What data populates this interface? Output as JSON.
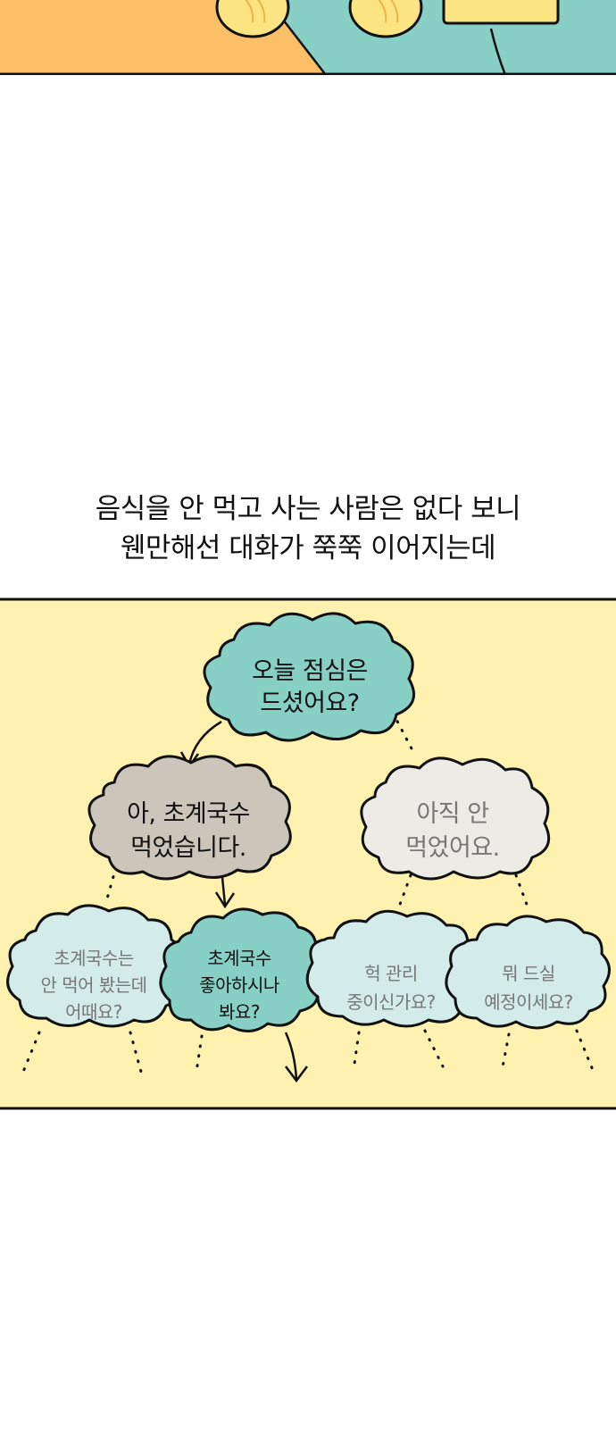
{
  "caption": {
    "line1": "음식을 안 먹고 사는 사람은 없다 보니",
    "line2": "웬만해선 대화가 쭉쭉 이어지는데"
  },
  "tree": {
    "root": {
      "line1": "오늘 점심은",
      "line2": "드셨어요?"
    },
    "yes": {
      "line1": "아, 초계국수",
      "line2": "먹었습니다."
    },
    "no": {
      "line1": "아직 안",
      "line2": "먹었어요."
    },
    "leaf1": {
      "line1": "초계국수는",
      "line2": "안 먹어 봤는데",
      "line3": "어때요?"
    },
    "leaf2": {
      "line1": "초계국수",
      "line2": "좋아하시나",
      "line3": "봐요?"
    },
    "leaf3": {
      "line1": "헉 관리",
      "line2": "중이신가요?"
    },
    "leaf4": {
      "line1": "뭐 드실",
      "line2": "예정이세요?"
    }
  },
  "colors": {
    "top_orange": "#FBC067",
    "top_teal": "#88CFC6",
    "panel_yellow": "#FFF1B0",
    "teal_bubble": "#88CFC6",
    "beige_bubble": "#CBC6B9",
    "light_bubble": "#EDEBE6",
    "pale_teal_bubble": "#D3ECE9",
    "yellow_accent": "#FDE483"
  }
}
